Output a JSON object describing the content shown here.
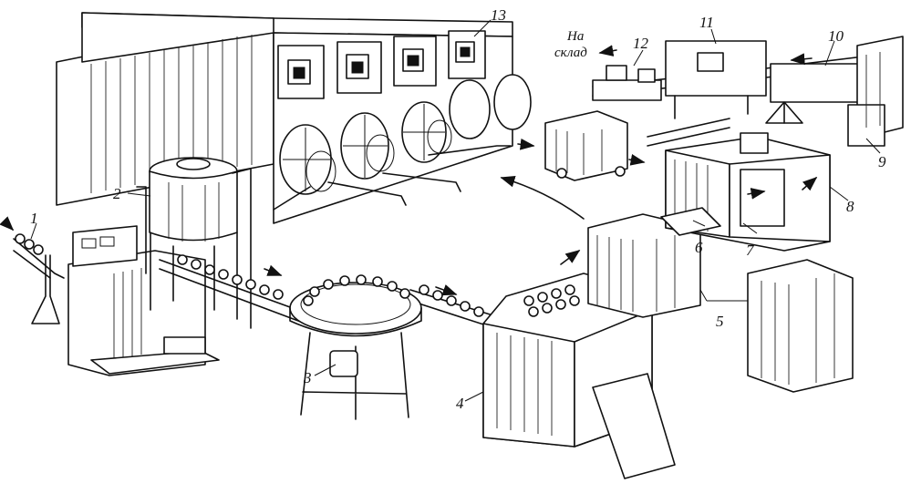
{
  "labels": {
    "l1": "1",
    "l2": "2",
    "l3": "3",
    "l4": "4",
    "l5": "5",
    "l6": "6",
    "l7": "7",
    "l8": "8",
    "l9": "9",
    "l10": "10",
    "l11": "11",
    "l12": "12",
    "l13": "13"
  },
  "destination": {
    "line1": "На",
    "line2": "склад"
  }
}
